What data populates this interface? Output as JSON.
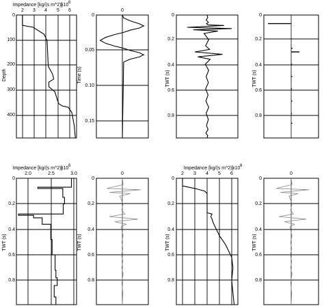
{
  "panels": [
    {
      "id": "p1",
      "title": "Impedance [kg/(s m^2)]",
      "exponent": "x10",
      "exponent_power": "6",
      "ylabel": "Depth",
      "xticks": [
        "2",
        "3",
        "4",
        "5",
        "6"
      ],
      "yticks": [
        "0",
        "100",
        "200",
        "300",
        "400"
      ]
    },
    {
      "id": "p2",
      "title": "",
      "ylabel": "Time (s)",
      "xticks": [
        "0"
      ],
      "yticks": [
        "0",
        "0.05",
        "0.10",
        "0.15"
      ]
    },
    {
      "id": "p3",
      "title": "",
      "ylabel": "TWT (s)",
      "xticks": [],
      "yticks": [
        "0",
        "0.2",
        "0.4",
        "0.6",
        "0.8"
      ]
    },
    {
      "id": "p4",
      "title": "",
      "ylabel": "TWT (s)",
      "xticks": [],
      "yticks": [
        "0",
        "0.2",
        "0.4",
        "0.6",
        "0.8"
      ]
    },
    {
      "id": "p5",
      "title": "Impedance [kg/(s m^2)]",
      "exponent": "x10",
      "exponent_power": "6",
      "ylabel": "TWT (s)",
      "xticks": [
        "2.0",
        "2.5",
        "3.0"
      ],
      "yticks": [
        "0",
        "0.2",
        "0.4",
        "0.6",
        "0.8"
      ]
    },
    {
      "id": "p6",
      "title": "",
      "ylabel": "TWT (s)",
      "xticks": [
        "0"
      ],
      "yticks": [
        "0",
        "0.2",
        "0.4",
        "0.6",
        "0.8"
      ]
    },
    {
      "id": "p7",
      "title": "Impedance [kg/(s m^2)]",
      "exponent": "x10",
      "exponent_power": "6",
      "ylabel": "TWT (s)",
      "xticks": [
        "2",
        "3",
        "4",
        "5",
        "6"
      ],
      "yticks": [
        "0",
        "0.2",
        "0.4",
        "0.6",
        "0.8"
      ]
    },
    {
      "id": "p8",
      "title": "",
      "ylabel": "TWT (s)",
      "xticks": [
        "0"
      ],
      "yticks": [
        "0",
        "0.2",
        "0.4",
        "0.6",
        "0.8"
      ]
    }
  ],
  "chart_data": [
    {
      "type": "line",
      "panel": "p1",
      "orientation": "vertical",
      "xlabel": "Impedance [kg/(s m^2)] x10^6",
      "ylabel": "Depth",
      "xlim": [
        1.5,
        6.5
      ],
      "ylim": [
        0,
        480
      ],
      "x": [
        2.0,
        2.0,
        2.9,
        3.8,
        4.05,
        4.15,
        4.5,
        4.6,
        4.2,
        4.2,
        4.7,
        4.9,
        5.0,
        5.3,
        5.8,
        6.1,
        6.3,
        6.4
      ],
      "y": [
        0,
        40,
        48,
        75,
        100,
        200,
        230,
        250,
        262,
        280,
        300,
        330,
        345,
        355,
        360,
        380,
        430,
        480
      ]
    },
    {
      "type": "line",
      "panel": "p2",
      "orientation": "vertical",
      "ylabel": "Time (s)",
      "xlim": [
        -1,
        1
      ],
      "ylim": [
        0,
        0.17
      ],
      "note": "wavelet",
      "x": [
        0,
        0.05,
        0.3,
        0.65,
        0.82,
        0.65,
        0.3,
        0.05,
        -0.3,
        -0.65,
        -0.85,
        -0.65,
        -0.3,
        0.05,
        0.3,
        0.65,
        0.82,
        0.65,
        0.3,
        0.05,
        0
      ],
      "y": [
        0,
        0.004,
        0.008,
        0.012,
        0.015,
        0.018,
        0.021,
        0.024,
        0.027,
        0.031,
        0.035,
        0.039,
        0.043,
        0.046,
        0.049,
        0.052,
        0.055,
        0.058,
        0.061,
        0.065,
        0.17
      ]
    },
    {
      "type": "line",
      "panel": "p3",
      "orientation": "vertical",
      "ylabel": "TWT (s)",
      "xlim": [
        -1,
        1
      ],
      "ylim": [
        0,
        1.0
      ],
      "note": "synthetic seismic trace",
      "x": [
        0,
        0.02,
        -0.03,
        0.04,
        -0.02,
        0.03,
        0.55,
        -0.65,
        0.8,
        -0.45,
        0.35,
        -0.1,
        0.05,
        -0.05,
        0.08,
        -0.4,
        0.5,
        -0.3,
        0.1,
        -0.06,
        0.05,
        -0.03,
        0.04,
        -0.05,
        0.03,
        -0.04,
        0.05,
        -0.03,
        0.04,
        -0.02,
        0.03,
        -0.04,
        0.02,
        0
      ],
      "y": [
        0,
        0.02,
        0.04,
        0.06,
        0.07,
        0.08,
        0.085,
        0.1,
        0.11,
        0.12,
        0.13,
        0.15,
        0.2,
        0.25,
        0.28,
        0.3,
        0.32,
        0.34,
        0.36,
        0.4,
        0.45,
        0.5,
        0.55,
        0.6,
        0.65,
        0.7,
        0.75,
        0.8,
        0.85,
        0.9,
        0.93,
        0.96,
        0.98,
        1.0
      ]
    },
    {
      "type": "line",
      "panel": "p4",
      "orientation": "vertical",
      "ylabel": "TWT (s)",
      "xlim": [
        -1,
        1
      ],
      "ylim": [
        0,
        1.0
      ],
      "note": "reflectivity spikes",
      "spikes": [
        {
          "t": 0.07,
          "r": -0.85
        },
        {
          "t": 0.27,
          "r": 0.05
        },
        {
          "t": 0.3,
          "r": 0.3
        },
        {
          "t": 0.4,
          "r": 0.03
        },
        {
          "t": 0.5,
          "r": 0.04
        },
        {
          "t": 0.6,
          "r": 0.03
        },
        {
          "t": 0.7,
          "r": 0.04
        },
        {
          "t": 0.8,
          "r": 0.03
        },
        {
          "t": 0.88,
          "r": 0.04
        }
      ]
    },
    {
      "type": "line",
      "panel": "p5",
      "orientation": "vertical",
      "xlabel": "Impedance [kg/(s m^2)] x10^6",
      "ylabel": "TWT (s)",
      "xlim": [
        1.7,
        3.1
      ],
      "ylim": [
        0,
        0.99
      ],
      "x": [
        2.98,
        2.98,
        2.2,
        2.2,
        2.78,
        2.78,
        2.82,
        2.82,
        2.79,
        2.79,
        1.75,
        1.75,
        2.1,
        2.1,
        2.3,
        2.3,
        2.5,
        2.5,
        2.53,
        2.53,
        2.6,
        2.6,
        2.62,
        2.62,
        2.65,
        2.65,
        2.58,
        2.58,
        2.62,
        2.62
      ],
      "y": [
        0,
        0.07,
        0.07,
        0.08,
        0.08,
        0.15,
        0.15,
        0.2,
        0.2,
        0.28,
        0.28,
        0.29,
        0.29,
        0.31,
        0.31,
        0.36,
        0.36,
        0.48,
        0.48,
        0.6,
        0.6,
        0.72,
        0.72,
        0.78,
        0.78,
        0.84,
        0.84,
        0.93,
        0.93,
        0.99
      ]
    },
    {
      "type": "line",
      "panel": "p6",
      "orientation": "vertical",
      "ylabel": "TWT (s)",
      "xlim": [
        -1,
        1
      ],
      "ylim": [
        0,
        0.99
      ],
      "note": "synthetic seismic trace",
      "x": [
        0,
        0.03,
        -0.6,
        0.7,
        -0.5,
        0.3,
        -0.1,
        0.03,
        -0.02,
        0.1,
        -0.5,
        0.6,
        -0.3,
        0.15,
        -0.05,
        0.03,
        -0.02,
        0.02,
        -0.03,
        0.02,
        -0.02,
        0.03,
        -0.02,
        0.02,
        0
      ],
      "y": [
        0,
        0.05,
        0.08,
        0.09,
        0.11,
        0.12,
        0.14,
        0.2,
        0.25,
        0.28,
        0.3,
        0.32,
        0.34,
        0.36,
        0.38,
        0.45,
        0.5,
        0.55,
        0.6,
        0.65,
        0.7,
        0.75,
        0.82,
        0.9,
        0.99
      ]
    },
    {
      "type": "line",
      "panel": "p7",
      "orientation": "vertical",
      "xlabel": "Impedance [kg/(s m^2)] x10^6",
      "ylabel": "TWT (s)",
      "xlim": [
        1.5,
        6.5
      ],
      "ylim": [
        0,
        0.99
      ],
      "x": [
        2.0,
        2.0,
        3.0,
        3.8,
        4.0,
        4.0,
        4.4,
        4.3,
        4.4,
        4.5,
        5.0,
        5.5,
        5.8,
        6.0,
        6.1,
        6.0,
        6.1,
        6.2
      ],
      "y": [
        0,
        0.06,
        0.08,
        0.1,
        0.12,
        0.27,
        0.28,
        0.3,
        0.32,
        0.35,
        0.45,
        0.52,
        0.58,
        0.62,
        0.7,
        0.8,
        0.9,
        0.99
      ]
    },
    {
      "type": "line",
      "panel": "p8",
      "orientation": "vertical",
      "ylabel": "TWT (s)",
      "xlim": [
        -1,
        1
      ],
      "ylim": [
        0,
        0.99
      ],
      "note": "synthetic seismic trace",
      "x": [
        0,
        0.03,
        -0.55,
        0.65,
        -0.4,
        0.25,
        -0.08,
        0.03,
        -0.02,
        0.08,
        -0.45,
        0.55,
        -0.25,
        0.12,
        -0.05,
        0.03,
        -0.02,
        0.02,
        -0.03,
        0.02,
        -0.02,
        0.03,
        -0.02,
        0.02,
        0
      ],
      "y": [
        0,
        0.05,
        0.08,
        0.09,
        0.11,
        0.12,
        0.14,
        0.2,
        0.25,
        0.28,
        0.3,
        0.32,
        0.34,
        0.36,
        0.38,
        0.45,
        0.5,
        0.55,
        0.6,
        0.65,
        0.7,
        0.75,
        0.82,
        0.9,
        0.99
      ]
    }
  ]
}
